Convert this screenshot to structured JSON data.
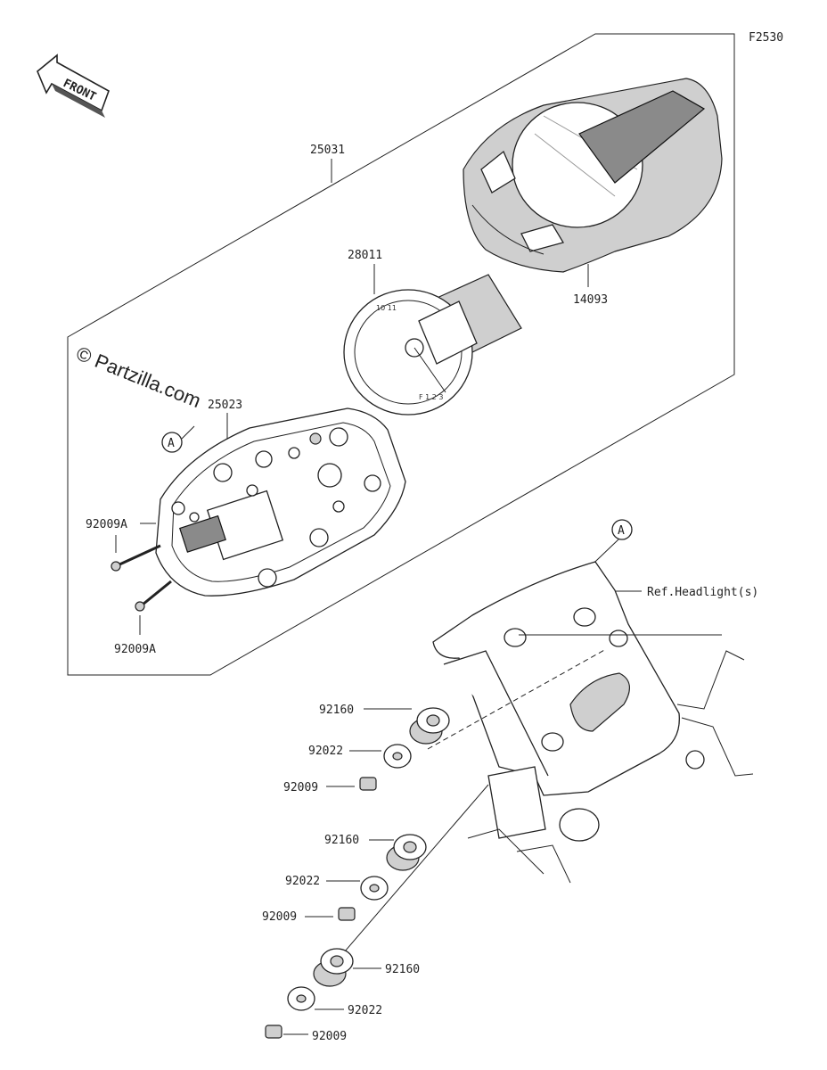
{
  "diagram_code": "F2530",
  "front_label": "FRONT",
  "watermark": "© Partzilla.com",
  "ref_marker": "A",
  "ref_note": "Ref.Headlight(s)",
  "parts": {
    "meter_assembly": "25031",
    "meter_cover": "14093",
    "meter_panel": "28011",
    "meter_case": "25023",
    "screw_a": "92009A",
    "damper": "92160",
    "washer": "92022",
    "screw": "92009"
  }
}
